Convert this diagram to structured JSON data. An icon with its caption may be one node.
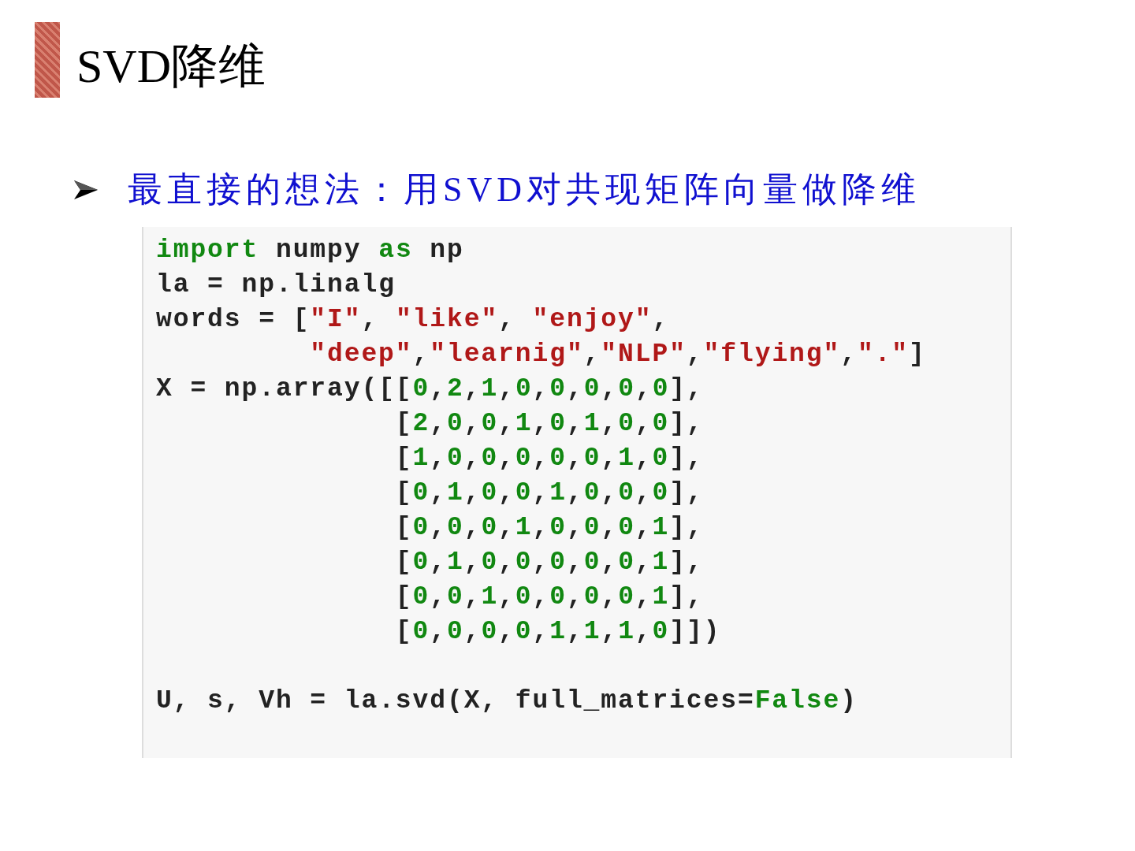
{
  "diagram": {
    "title": "SVD降维",
    "labels": [
      "最直接的想法：用SVD对共现矩阵向量做降维"
    ],
    "nodes": [
      {
        "text": [
          "**import** numpy **as** np",
          "la = np.linalg",
          "words = [\"I\", \"like\", \"enjoy\",",
          "\"deep\",\"learnig\",\"NLP\",\"flying\",\".\"]",
          "X = np.array([[0,2,1,0,0,0,0,0],",
          "[2,0,0,1,0,1,0,0],",
          "[1,0,0,0,0,0,1,0],",
          "[0,1,0,0,1,0,0,0],",
          "[0,0,0,1,0,0,0,1],",
          "[0,1,0,0,0,0,0,1],",
          "[0,0,1,0,0,0,0,1],",
          "[0,0,0,0,1,1,1,0]])",
          "U, s, Vh = la.svd(X, full_matrices=**False**)"
        ]
      }
    ]
  }
}
